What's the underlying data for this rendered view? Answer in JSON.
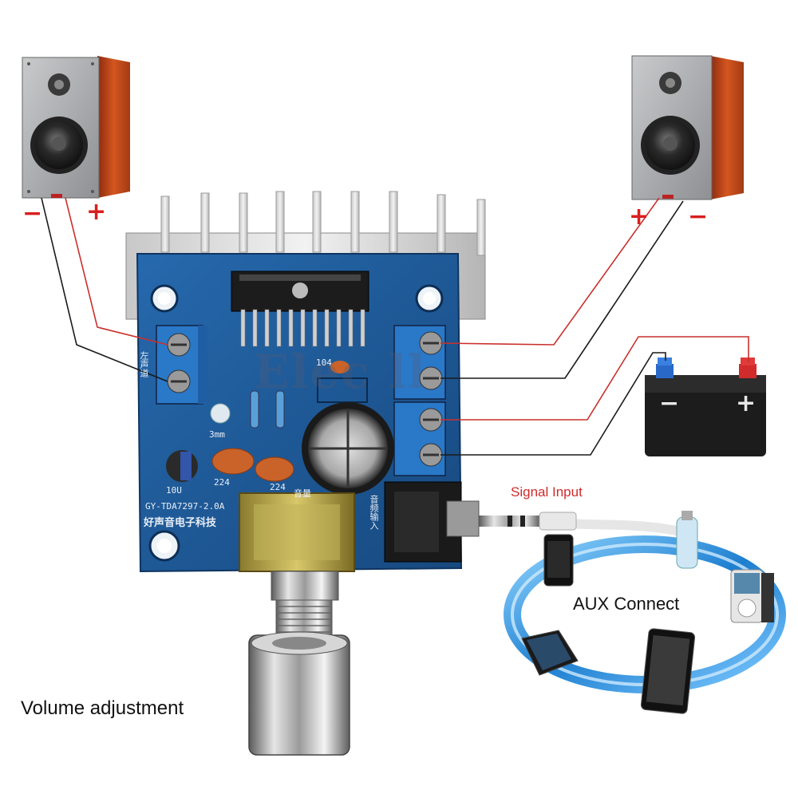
{
  "labels": {
    "signal_input": "Signal Input",
    "aux_connect": "AUX Connect",
    "volume_adjustment": "Volume adjustment",
    "left_speaker_negative": "−",
    "left_speaker_positive": "+",
    "right_speaker_positive": "+",
    "right_speaker_negative": "−",
    "battery_negative": "−",
    "battery_positive": "+"
  },
  "board": {
    "model_text": "GY-TDA7297-2.0A",
    "maker_text": "好声音电子科技",
    "cap_104": "104",
    "cap_224_left": "224",
    "cap_224_right": "224",
    "cap_10u": "10U",
    "led_3mm": "3mm",
    "pot_label": "音量",
    "input_label": "音频输入",
    "left_channel_label": "左声道",
    "watermark": "Elec  ll"
  },
  "colors": {
    "board_blue": "#1f5b9c",
    "wire_red": "#c9302c",
    "wire_black": "#1a1a1a",
    "terminal_blue": "#2a78c8",
    "aux_ring": "#3aa7e8"
  },
  "icons": [
    "speaker-left-icon",
    "speaker-right-icon",
    "battery-icon",
    "audio-jack-icon",
    "phone-icon",
    "laptop-icon",
    "tablet-icon",
    "mp3-player-icon",
    "usb-drive-icon",
    "volume-knob-icon"
  ]
}
